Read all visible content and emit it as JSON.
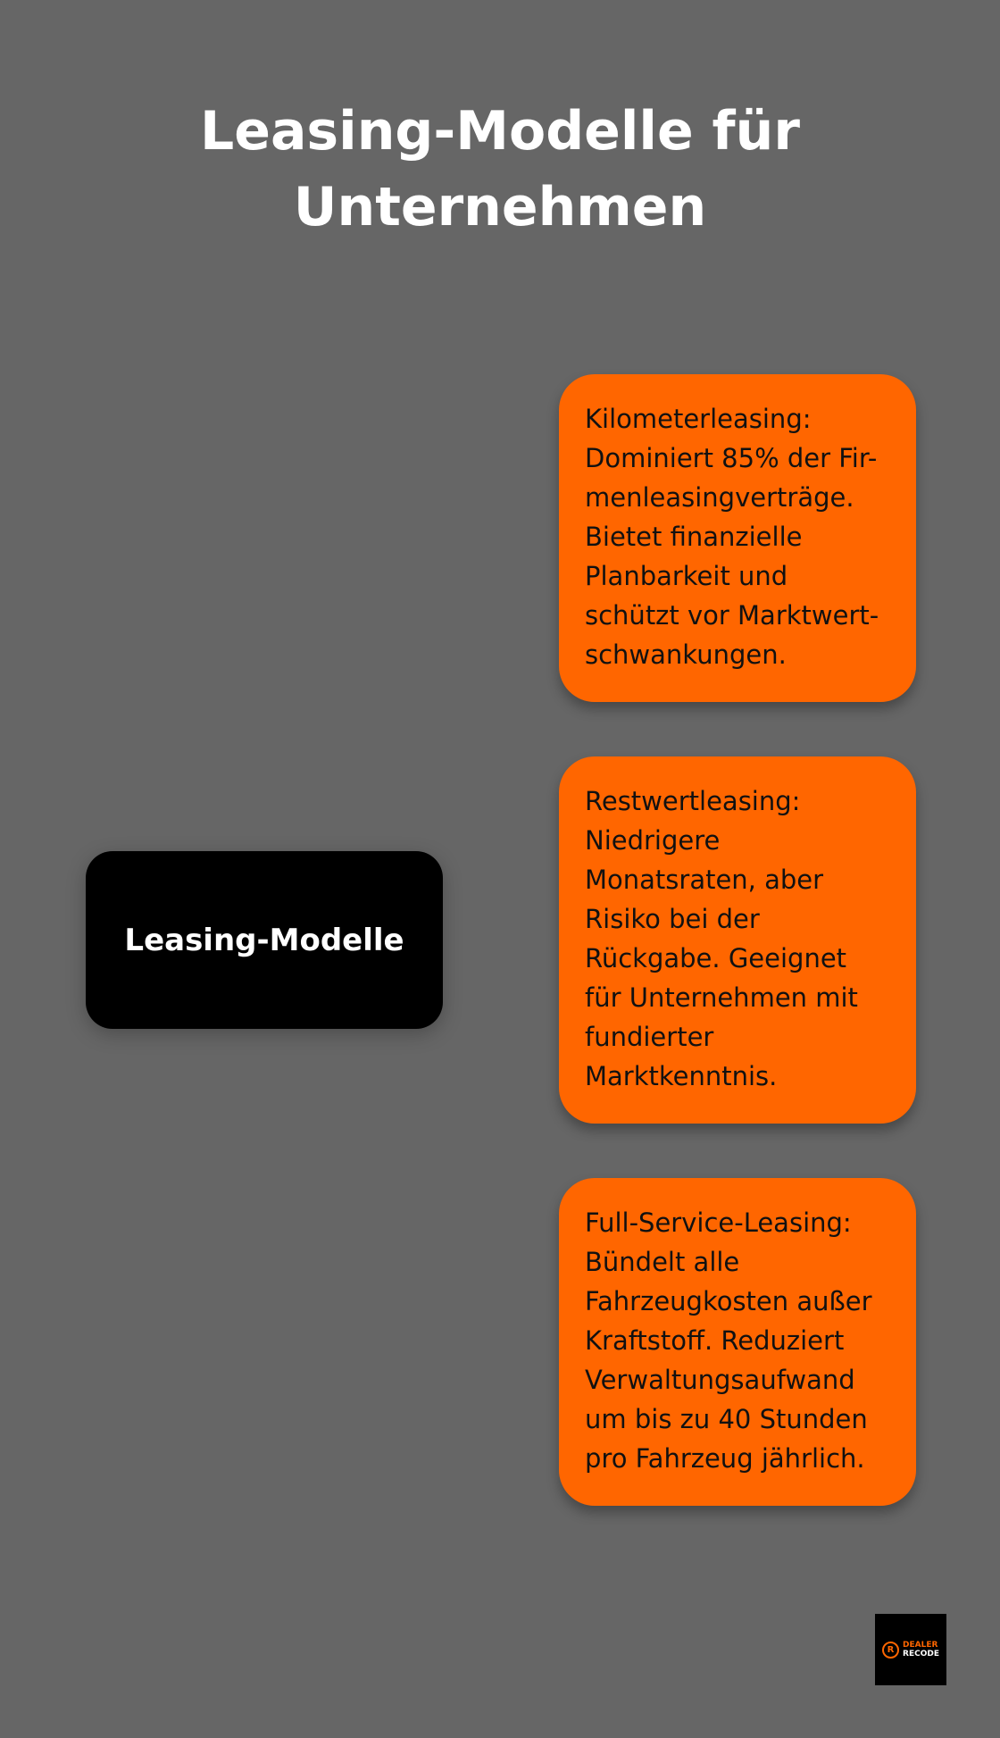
{
  "title": {
    "line1": "Leasing-Modelle für",
    "line2": "Unternehmen"
  },
  "center_node": {
    "label": "Leasing-Modelle"
  },
  "cards": [
    {
      "text": "Kilometerleasing:\nDominiert 85% der Fir-\nmenleasingverträge.\nBietet finanzielle\nPlanbarkeit und\nschützt vor Marktwert-\nschwankungen."
    },
    {
      "text": "Restwertleasing:\nNiedrigere\nMonatsraten, aber\nRisiko bei der\nRückgabe. Geeignet\nfür Unternehmen mit\nfundierter\nMarktkenntnis."
    },
    {
      "text": "Full-Service-Leasing:\nBündelt alle\nFahrzeugkosten außer\nKraftstoff. Reduziert\nVerwaltungsaufwand\num bis zu 40 Stunden\npro Fahrzeug jährlich."
    }
  ],
  "logo": {
    "mark": "R",
    "line1": "DEALER",
    "line2": "RECODE"
  },
  "colors": {
    "background": "#666666",
    "accent": "#ff6600",
    "center_node": "#000000"
  }
}
